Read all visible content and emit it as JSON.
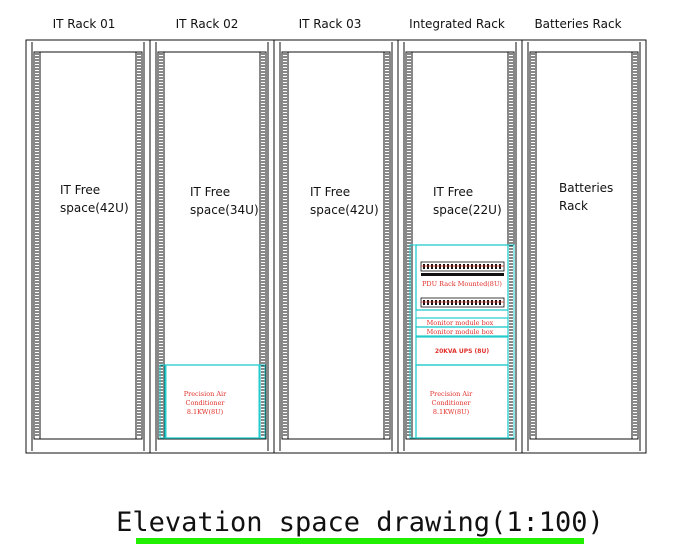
{
  "racks": [
    {
      "title": "IT Rack 01",
      "free_text": [
        "IT Free",
        "space(42U)"
      ]
    },
    {
      "title": "IT Rack 02",
      "free_text": [
        "IT Free",
        "space(34U)"
      ],
      "equipment": {
        "ac": [
          "Precision Air",
          "Conditioner",
          "8.1KW(8U)"
        ]
      }
    },
    {
      "title": "IT Rack 03",
      "free_text": [
        "IT Free",
        "space(42U)"
      ]
    },
    {
      "title": "Integrated Rack",
      "free_text": [
        "IT Free",
        "space(22U)"
      ],
      "equipment": {
        "pdu": "PDU Rack Mounted(8U)",
        "monitor_1": "Monitor module box",
        "monitor_2": "Monitor module box",
        "ups": "20KVA UPS (8U)",
        "ac": [
          "Precision Air",
          "Conditioner",
          "8.1KW(8U)"
        ]
      }
    },
    {
      "title": "Batteries Rack",
      "free_text": [
        "Batteries",
        "Rack"
      ]
    }
  ],
  "drawing_title": "Elevation space drawing(1:100)",
  "colors": {
    "line": "#111111",
    "cyan": "#22cccc",
    "red": "#e0302a",
    "green": "#22ee00"
  }
}
